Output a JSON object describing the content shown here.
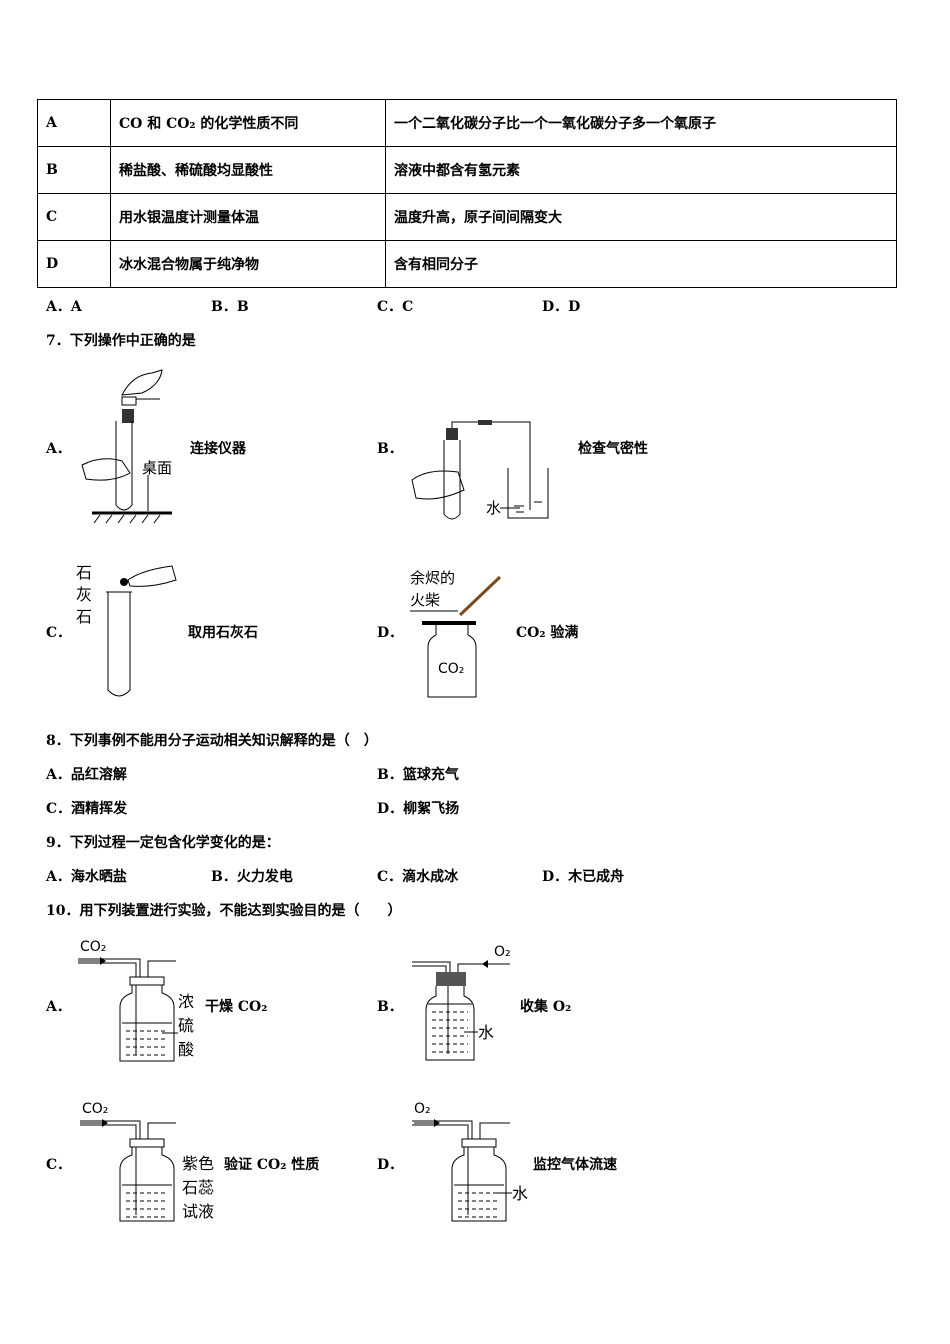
{
  "q6": {
    "rows": [
      {
        "key": "A",
        "fact": "CO 和 CO₂ 的化学性质不同",
        "explain": "一个二氧化碳分子比一个一氧化碳分子多一个氧原子"
      },
      {
        "key": "B",
        "fact": "稀盐酸、稀硫酸均显酸性",
        "explain": "溶液中都含有氢元素"
      },
      {
        "key": "C",
        "fact": "用水银温度计测量体温",
        "explain": "温度升高，原子间间隔变大"
      },
      {
        "key": "D",
        "fact": "冰水混合物属于纯净物",
        "explain": "含有相同分子"
      }
    ],
    "options": [
      "A．A",
      "B．B",
      "C．C",
      "D．D"
    ]
  },
  "q7": {
    "stem": "7．下列操作中正确的是",
    "options": [
      {
        "letter": "A．",
        "label": "连接仪器",
        "fig_text": [
          "桌面"
        ]
      },
      {
        "letter": "B．",
        "label": "检查气密性",
        "fig_text": [
          "水"
        ]
      },
      {
        "letter": "C．",
        "label": "取用石灰石",
        "fig_text": [
          "石",
          "灰",
          "石"
        ]
      },
      {
        "letter": "D．",
        "label": "CO₂ 验满",
        "fig_text": [
          "余烬的",
          "火柴",
          "CO₂"
        ]
      }
    ]
  },
  "q8": {
    "stem": "8．下列事例不能用分子运动相关知识解释的是（　）",
    "options": [
      "A．品红溶解",
      "B．篮球充气",
      "C．酒精挥发",
      "D．柳絮飞扬"
    ]
  },
  "q9": {
    "stem": "9．下列过程一定包含化学变化的是：",
    "options": [
      "A．海水晒盐",
      "B．火力发电",
      "C．滴水成冰",
      "D．木已成舟"
    ]
  },
  "q10": {
    "stem": "10．用下列装置进行实验，不能达到实验目的是（　　）",
    "options": [
      {
        "letter": "A．",
        "label": "干燥 CO₂",
        "gas": "CO₂",
        "liquid": [
          "浓",
          "硫",
          "酸"
        ]
      },
      {
        "letter": "B．",
        "label": "收集 O₂",
        "gas": "O₂",
        "liquid": [
          "水"
        ]
      },
      {
        "letter": "C．",
        "label": "验证 CO₂ 性质",
        "gas": "CO₂",
        "liquid": [
          "紫色",
          "石蕊",
          "试液"
        ]
      },
      {
        "letter": "D．",
        "label": "监控气体流速",
        "gas": "O₂",
        "liquid": [
          "水"
        ]
      }
    ]
  }
}
